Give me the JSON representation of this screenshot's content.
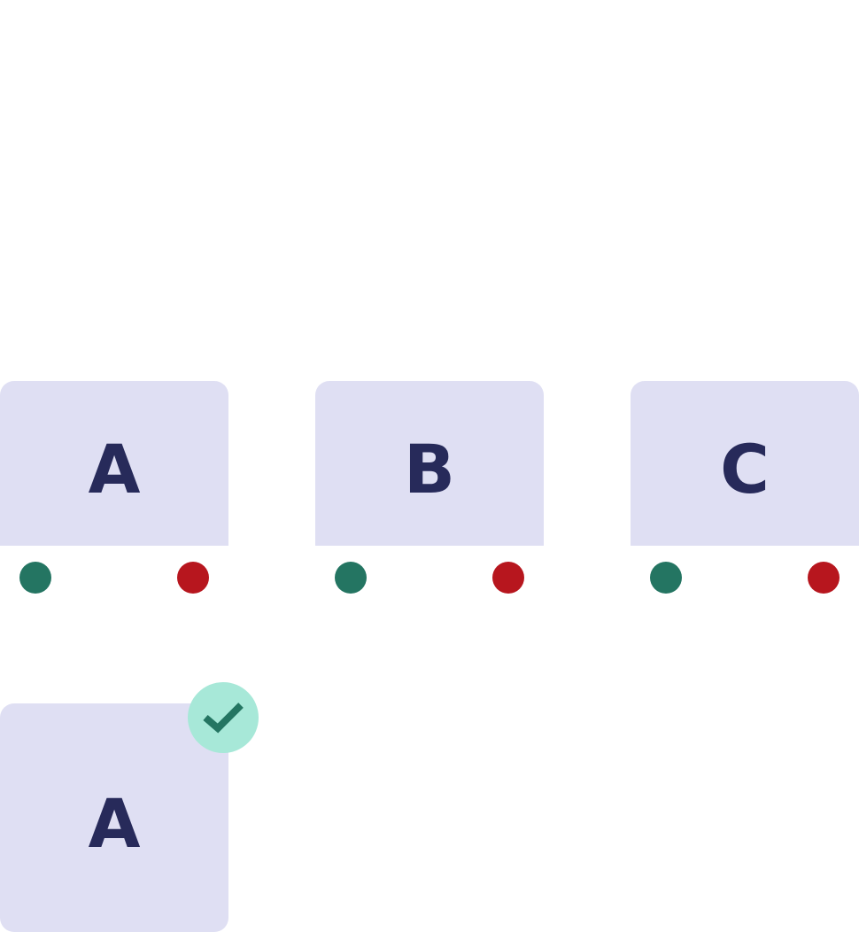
{
  "colors": {
    "card_bg": "#dfdff3",
    "letter": "#272a5a",
    "dot_accept": "#247562",
    "dot_reject": "#b7161e",
    "badge_bg": "#a7e8d8",
    "badge_check": "#247562"
  },
  "options": [
    {
      "letter": "A",
      "accept_icon": "green-dot-icon",
      "reject_icon": "red-dot-icon"
    },
    {
      "letter": "B",
      "accept_icon": "green-dot-icon",
      "reject_icon": "red-dot-icon"
    },
    {
      "letter": "C",
      "accept_icon": "green-dot-icon",
      "reject_icon": "red-dot-icon"
    }
  ],
  "selected": {
    "letter": "A",
    "badge_icon": "checkmark-icon"
  }
}
